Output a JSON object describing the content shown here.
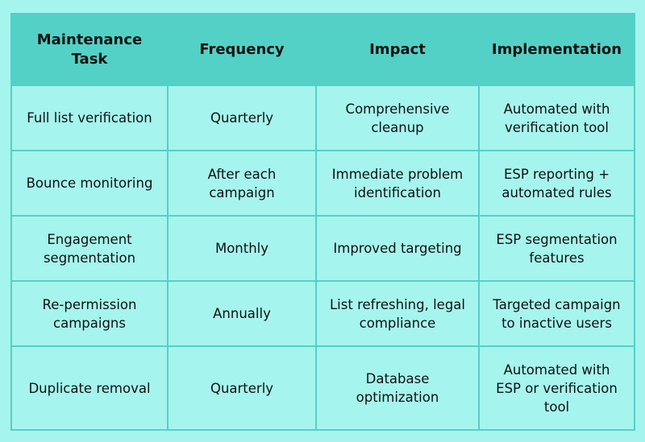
{
  "table": {
    "headers": [
      "Maintenance Task",
      "Frequency",
      "Impact",
      "Implementation"
    ],
    "rows": [
      [
        "Full list verification",
        "Quarterly",
        "Comprehensive cleanup",
        "Automated with verification tool"
      ],
      [
        "Bounce monitoring",
        "After each campaign",
        "Immediate problem identification",
        "ESP reporting + automated rules"
      ],
      [
        "Engagement segmentation",
        "Monthly",
        "Improved targeting",
        "ESP segmentation features"
      ],
      [
        "Re-permission campaigns",
        "Annually",
        "List refreshing, legal compliance",
        "Targeted campaign to inactive users"
      ],
      [
        "Duplicate removal",
        "Quarterly",
        "Database optimization",
        "Automated with ESP or verification tool"
      ]
    ]
  },
  "colors": {
    "background": "#a6f4ee",
    "header": "#53d1c6",
    "border": "#53d1c6",
    "text": "#111111"
  }
}
